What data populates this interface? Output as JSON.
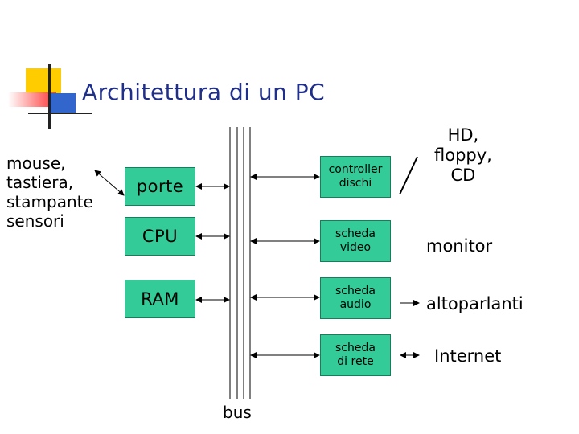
{
  "title": "Architettura di un PC",
  "left_devices": "mouse,\ntastiera,\nstampante\nsensori",
  "left_components": {
    "porte": "porte",
    "cpu": "CPU",
    "ram": "RAM"
  },
  "right_components": {
    "controller_dischi": [
      "controller",
      "dischi"
    ],
    "scheda_video": [
      "scheda",
      "video"
    ],
    "scheda_audio": [
      "scheda",
      "audio"
    ],
    "scheda_rete": [
      "scheda",
      "di rete"
    ]
  },
  "external": {
    "storage": "HD,\nfloppy,\nCD",
    "monitor": "monitor",
    "speakers": "altoparlanti",
    "internet": "Internet"
  },
  "bus_label": "bus",
  "colors": {
    "box_fill": "#33cc99",
    "title": "#1f2f8a",
    "logo_yellow": "#ffcc00",
    "logo_red": "#ff3333",
    "logo_blue": "#3366cc"
  }
}
